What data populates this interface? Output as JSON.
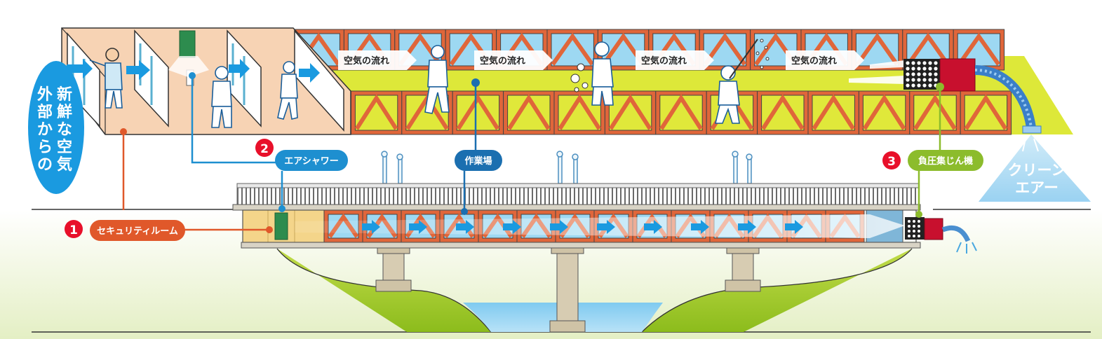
{
  "fresh_air_label": [
    "新鮮な空気",
    "外部からの"
  ],
  "clean_air_label": [
    "クリーン",
    "エアー"
  ],
  "air_flow_labels": [
    "空気の流れ",
    "空気の流れ",
    "空気の流れ",
    "空気の流れ"
  ],
  "callouts": {
    "security_room": {
      "number": "1",
      "label": "セキュリティルーム"
    },
    "air_shower": {
      "number": "2",
      "label": "エアシャワー"
    },
    "work_area": {
      "label": "作業場"
    },
    "dust_collector": {
      "number": "3",
      "label": "負圧集じん機"
    }
  },
  "colors": {
    "security": "#e0582a",
    "air_shower": "#1e8fd0",
    "work_area": "#1b6fb0",
    "dust_collector": "#8cbc2c",
    "badge_red": "#e8102a",
    "fresh_air_bubble": "#1a9ae0",
    "truss_frame": "#e0663a",
    "panel_sky": "#9dd8f2",
    "panel_yellow": "#e0e83a",
    "grass": "#a8cc2e",
    "water": "#8fd0f0"
  }
}
